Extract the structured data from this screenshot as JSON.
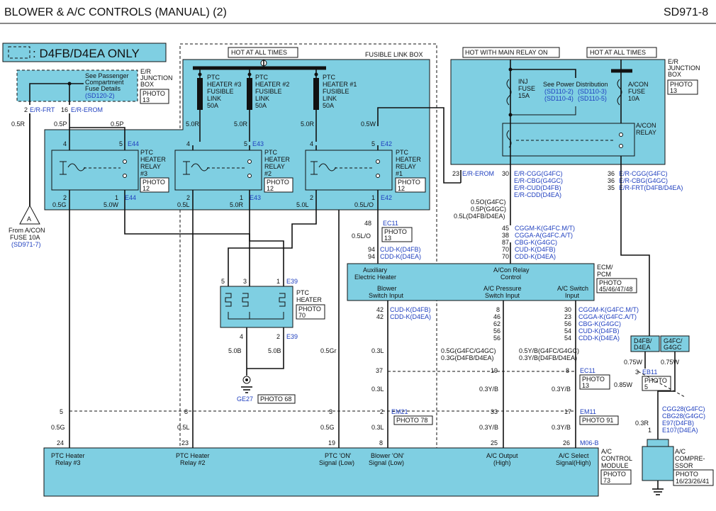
{
  "header": {
    "title": "BLOWER & A/C CONTROLS (MANUAL) (2)",
    "code": "SD971-8"
  },
  "legend": {
    "label": ": D4FB/D4EA ONLY"
  },
  "tags": {
    "hot_all_1": "HOT AT ALL TIMES",
    "hot_relay": "HOT WITH MAIN RELAY ON",
    "hot_all_2": "HOT AT ALL TIMES",
    "fusible_link_box": "FUSIBLE LINK BOX"
  },
  "er_junction_left": {
    "see1": "See Passenger",
    "see2": "Compartment",
    "see3": "Fuse Details",
    "ref": "(SD120-2)",
    "t1": "E/R",
    "t2": "JUNCTION",
    "t3": "BOX",
    "photo": "PHOTO",
    "photo_n": "13"
  },
  "er_junction_right": {
    "t1": "E/R",
    "t2": "JUNCTION",
    "t3": "BOX",
    "photo": "PHOTO",
    "photo_n": "13",
    "see": "See Power Distribution",
    "ref1": "(SD110-2)",
    "ref2": "(SD110-3)",
    "ref3": "(SD110-4)",
    "ref4": "(SD110-5)"
  },
  "fuses": {
    "ptc3": [
      "PTC",
      "HEATER #3",
      "FUSIBLE",
      "LINK",
      "50A"
    ],
    "ptc2": [
      "PTC",
      "HEATER #2",
      "FUSIBLE",
      "LINK",
      "50A"
    ],
    "ptc1": [
      "PTC",
      "HEATER #1",
      "FUSIBLE",
      "LINK",
      "50A"
    ],
    "inj": [
      "INJ",
      "FUSE",
      "15A"
    ],
    "acon": [
      "A/CON",
      "FUSE",
      "10A"
    ]
  },
  "relays": {
    "r3": [
      "PTC",
      "HEATER",
      "RELAY",
      "#3"
    ],
    "r2": [
      "PTC",
      "HEATER",
      "RELAY",
      "#2"
    ],
    "r1": [
      "PTC",
      "HEATER",
      "RELAY",
      "#1"
    ],
    "acon": [
      "A/CON",
      "RELAY"
    ],
    "photo": "PHOTO",
    "photo_n": "12"
  },
  "connectors": {
    "e44": "E44",
    "e43": "E43",
    "e42": "E42",
    "e39": "E39",
    "ec11": "EC11",
    "em21": "EM21",
    "em11": "EM11",
    "m06b": "M06-B",
    "eb11": "EB11",
    "ge27": "GE27",
    "e97": "E97(D4FB)",
    "e107": "E107(D4EA)"
  },
  "wires": {
    "w05r": "0.5R",
    "w05p": "0.5P",
    "w50r": "5.0R",
    "w05w": "0.5W",
    "w05g": "0.5G",
    "w50w": "5.0W",
    "w05l": "0.5L",
    "w50l": "5.0L",
    "w05lo": "0.5L/O",
    "w50b": "5.0B",
    "w05gr": "0.5Gr",
    "w03l": "0.3L",
    "w03yb": "0.3Y/B",
    "w075w": "0.75W",
    "w085w": "0.85W",
    "w03r": "0.3R",
    "w05o_g4fc": "0.5O(G4FC)",
    "w05p_g4gc": "0.5P(G4GC)",
    "w05l_d4": "0.5L(D4FB/D4EA)",
    "w05g_g4": "0.5G(G4FC/G4GC)",
    "w03g_d4": "0.3G(D4FB/D4EA)",
    "w05yb_g4": "0.5Y/B(G4FC/G4GC)",
    "w03yb_d4": "0.3Y/B(D4FB/D4EA)"
  },
  "signals": {
    "er_frt": "E/R-FRT",
    "er_erom": "E/R-EROM",
    "right_col": [
      "E/R-CGG(G4FC)",
      "E/R-CBG(G4GC)",
      "E/R-CUD(D4FB)",
      "E/R-CDD(D4EA)"
    ],
    "right_col2": [
      "E/R-CGG(G4FC)",
      "E/R-CBG(G4GC)",
      "E/R-FRT(D4FB/D4EA)"
    ],
    "ecm_col": [
      "CGGM-K(G4FC.M/T)",
      "CGGA-A(G4FC.A/T)",
      "CBG-K(G4GC)",
      "CUD-K(D4FB)",
      "CDD-K(D4EA)"
    ],
    "cud_col": [
      "CUD-K(D4FB)",
      "CDD-K(D4EA)"
    ],
    "right_k": [
      "CGGM-K(G4FC.M/T)",
      "CGGA-K(G4FC.A/T)",
      "CBG-K(G4GC)",
      "CUD-K(D4FB)",
      "CDD-K(D4EA)"
    ],
    "comp_col": [
      "CGG28(G4FC)",
      "CBG28(G4GC)"
    ]
  },
  "ecm": {
    "title1": "ECM/",
    "title2": "PCM",
    "photo": "PHOTO",
    "photo_n": "45/46/47/48",
    "aux1": "Auxiliary",
    "aux2": "Electric Heater",
    "acon1": "A/Con Relay",
    "acon2": "Control",
    "bl1": "Blower",
    "bl2": "Switch Input",
    "ap1": "A/C Pressure",
    "ap2": "Switch Input",
    "as1": "A/C Switch",
    "as2": "Input"
  },
  "ptc_heater": {
    "t1": "PTC",
    "t2": "HEATER",
    "photo": "PHOTO",
    "photo_n": "70"
  },
  "ground": {
    "photo": "PHOTO",
    "photo_n": "68"
  },
  "ac_module": {
    "t1": "A/C",
    "t2": "CONTROL",
    "t3": "MODULE",
    "photo": "PHOTO",
    "photo_n": "73",
    "p1a": "PTC Heater",
    "p1b": "Relay #3",
    "p2a": "PTC Heater",
    "p2b": "Relay #2",
    "p3a": "PTC 'ON'",
    "p3b": "Signal (Low)",
    "p4a": "Blower 'ON'",
    "p4b": "Signal (Low)",
    "p5a": "A/C Output",
    "p5b": "(High)",
    "p6a": "A/C Select",
    "p6b": "Signal(High)"
  },
  "compressor": {
    "t1": "A/C",
    "t2": "COMPRE-",
    "t3": "SSOR",
    "photo": "PHOTO",
    "photo_n": "16/23/26/41"
  },
  "variants": {
    "d4": [
      "D4FB/",
      "D4EA"
    ],
    "g4": [
      "G4FC/",
      "G4GC"
    ]
  },
  "from_acon": {
    "t1": "From A/CON",
    "t2": "FUSE 10A",
    "ref": "(SD971-7)",
    "circle": "A"
  },
  "photos": {
    "p13": "13",
    "p78": "78",
    "p91": "91",
    "p5": "5",
    "photo": "PHOTO"
  },
  "pins": {
    "p2": "2",
    "p16": "16",
    "p4": "4",
    "p5": "5",
    "p1": "1",
    "p3": "3",
    "p23": "23",
    "p30": "30",
    "p36": "36",
    "p35": "35",
    "p48": "48",
    "p94": "94",
    "p45": "45",
    "p38": "38",
    "p87": "87",
    "p70": "70",
    "p42": "42",
    "p8": "8",
    "p46": "46",
    "p62": "62",
    "p56": "56",
    "p54": "54",
    "p37": "37",
    "p19": "19",
    "p33": "33",
    "p17": "17",
    "p24": "24",
    "p25": "25",
    "p26": "26"
  }
}
